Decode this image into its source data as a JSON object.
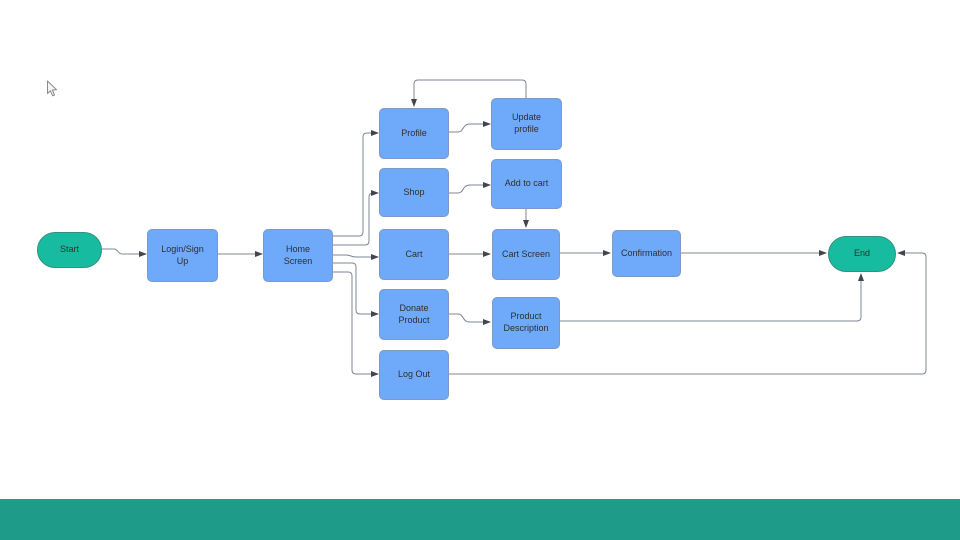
{
  "canvas": {
    "background": "#ffffff"
  },
  "colors": {
    "process_fill": "#6FA9FA",
    "process_border": "#7B9AC6",
    "terminal_fill": "#17BCA0",
    "terminal_border": "#35907F",
    "connector": "#7D8493",
    "arrowhead": "#42454E",
    "label_text": "#2F2F2F",
    "footer_bar": "#1F9B8A"
  },
  "cursor_icon": "arrow-pointer",
  "diagram": {
    "type": "flowchart",
    "nodes": [
      {
        "id": "start",
        "label": "Start",
        "shape": "terminal"
      },
      {
        "id": "login",
        "label": "Login/Sign Up",
        "shape": "process"
      },
      {
        "id": "home",
        "label": "Home Screen",
        "shape": "process"
      },
      {
        "id": "profile",
        "label": "Profile",
        "shape": "process"
      },
      {
        "id": "shop",
        "label": "Shop",
        "shape": "process"
      },
      {
        "id": "cart",
        "label": "Cart",
        "shape": "process"
      },
      {
        "id": "donate",
        "label": "Donate Product",
        "shape": "process"
      },
      {
        "id": "logout",
        "label": "Log Out",
        "shape": "process"
      },
      {
        "id": "update_profile",
        "label": "Update profile",
        "shape": "process"
      },
      {
        "id": "add_to_cart",
        "label": "Add to cart",
        "shape": "process"
      },
      {
        "id": "cart_screen",
        "label": "Cart Screen",
        "shape": "process"
      },
      {
        "id": "product_description",
        "label": "Product Description",
        "shape": "process"
      },
      {
        "id": "confirmation",
        "label": "Confirmation",
        "shape": "process"
      },
      {
        "id": "end",
        "label": "End",
        "shape": "terminal"
      }
    ],
    "edges": [
      {
        "from": "start",
        "to": "login"
      },
      {
        "from": "login",
        "to": "home"
      },
      {
        "from": "home",
        "to": "profile"
      },
      {
        "from": "home",
        "to": "shop"
      },
      {
        "from": "home",
        "to": "cart"
      },
      {
        "from": "home",
        "to": "donate"
      },
      {
        "from": "home",
        "to": "logout"
      },
      {
        "from": "profile",
        "to": "update_profile"
      },
      {
        "from": "update_profile",
        "to": "profile"
      },
      {
        "from": "shop",
        "to": "add_to_cart"
      },
      {
        "from": "add_to_cart",
        "to": "cart_screen"
      },
      {
        "from": "cart",
        "to": "cart_screen"
      },
      {
        "from": "cart_screen",
        "to": "confirmation"
      },
      {
        "from": "confirmation",
        "to": "end"
      },
      {
        "from": "donate",
        "to": "product_description"
      },
      {
        "from": "product_description",
        "to": "end"
      },
      {
        "from": "logout",
        "to": "end"
      }
    ]
  }
}
